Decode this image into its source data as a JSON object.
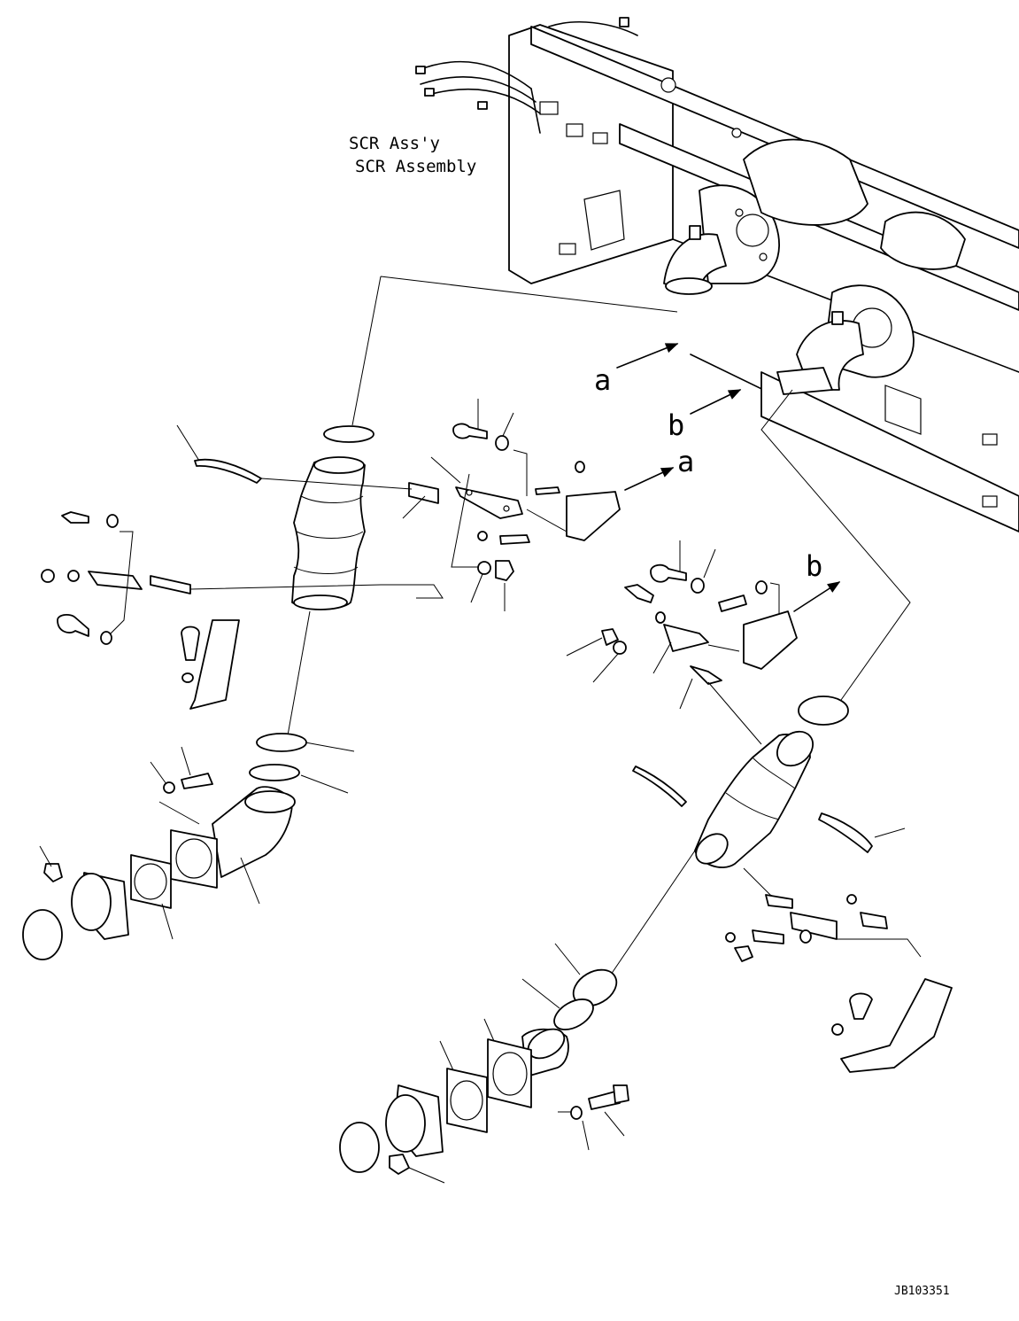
{
  "title": {
    "line1": "SCR Ass'y",
    "line2": "SCR Assembly"
  },
  "callouts": {
    "a_view": "a",
    "b_view": "b",
    "a_bracket": "a",
    "b_bracket": "b"
  },
  "drawing_number": "JB103351",
  "icons": {
    "view-arrow": "filled-triangle-arrow",
    "leader": "thin-line"
  }
}
